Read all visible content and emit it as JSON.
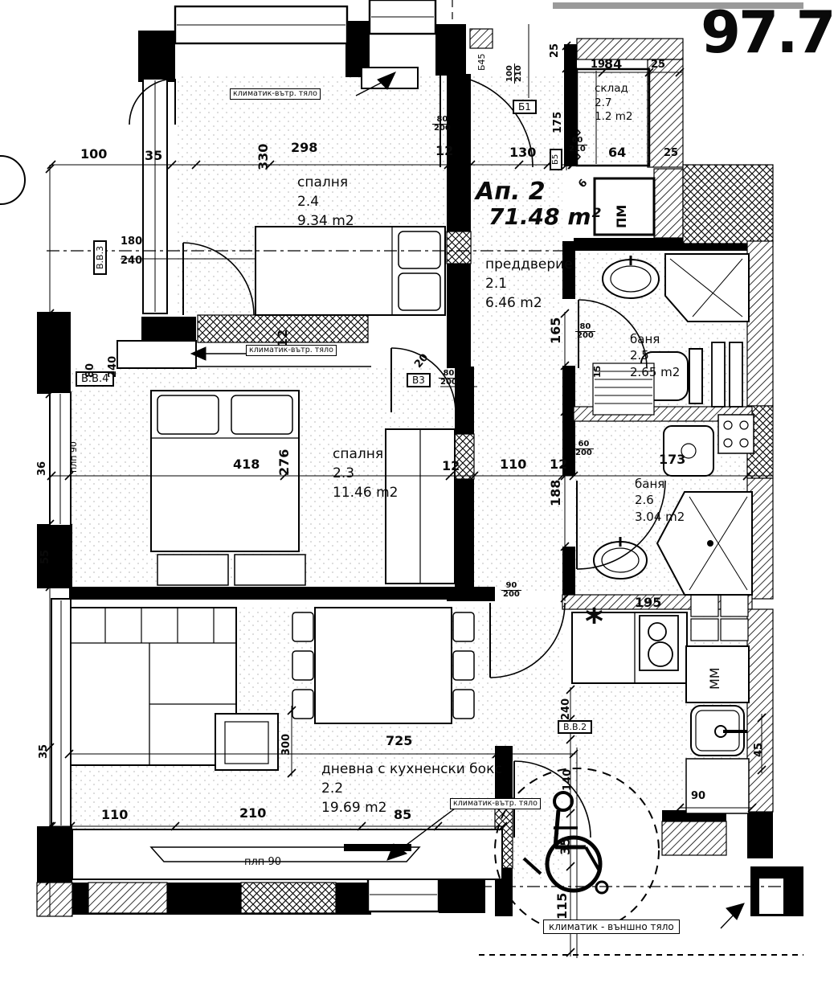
{
  "sheet": {
    "number": "97.7"
  },
  "apartment": {
    "label": "Ап. 2",
    "area": "71.48 m²"
  },
  "rooms": [
    {
      "name": "спалня",
      "num": "2.4",
      "area": "9.34 m2"
    },
    {
      "name": "преддверие",
      "num": "2.1",
      "area": "6.46 m2"
    },
    {
      "name": "спалня",
      "num": "2.3",
      "area": "11.46 m2"
    },
    {
      "name": "дневна с кухненски бокс",
      "num": "2.2",
      "area": "19.69 m2"
    },
    {
      "name": "баня",
      "num": "2.5",
      "area": "2.65 m2"
    },
    {
      "name": "баня",
      "num": "2.6",
      "area": "3.04 m2"
    },
    {
      "name": "склад",
      "num": "2.7",
      "area": "1.2 m2"
    }
  ],
  "equipment": {
    "ac_indoor": "климатик-вътр. тяло",
    "ac_outdoor": "климатик - външно тяло",
    "pantry_pm": "ПМ",
    "washing_mm": "ММ",
    "fridge_symbol": "*",
    "plp90": "плп 90"
  },
  "markers": {
    "b45": "Б45",
    "b1": "Б1",
    "b5": "Б5",
    "v3": "В3",
    "vv2": "В.В.2",
    "vv3": "В.В.3",
    "vv4": "В.В.4"
  },
  "dims": {
    "top_100": "100",
    "top_35": "35",
    "top_330": "330",
    "top_298": "298",
    "top_12": "12",
    "top_130": "130",
    "top_64": "64",
    "top_25": "25",
    "tr_25a": "25",
    "tr_19": "19",
    "tr_84": "84",
    "tr_25b": "25",
    "r_175": "175",
    "r_165": "165",
    "r_15": "15",
    "r_188": "188",
    "r_12": "12",
    "w_12": "12",
    "w_20": "20",
    "w_6": "6",
    "mid_418": "418",
    "mid_276": "276",
    "mid_12": "12",
    "mid_110": "110",
    "mid_173": "173",
    "l_180": "180",
    "l_240a": "240",
    "l_80": "80",
    "l_240b": "240",
    "l_36": "36",
    "l_55": "55",
    "l_35": "35",
    "l_300": "300",
    "b_110": "110",
    "b_210": "210",
    "b_85": "85",
    "b_725": "725",
    "k_195": "195",
    "k_90": "90",
    "k_45": "45",
    "t_240": "240",
    "t_140": "140",
    "t_35": "35",
    "t_115": "115"
  },
  "fractions": {
    "door_top": {
      "n": "80",
      "d": "200"
    },
    "entry": {
      "n": "100",
      "d": "210"
    },
    "storage": {
      "n": "60",
      "d": "210"
    },
    "bath25": {
      "n": "80",
      "d": "200"
    },
    "bath26": {
      "n": "60",
      "d": "200"
    },
    "living": {
      "n": "90",
      "d": "200"
    },
    "v3_door": {
      "n": "80",
      "d": "200"
    }
  }
}
